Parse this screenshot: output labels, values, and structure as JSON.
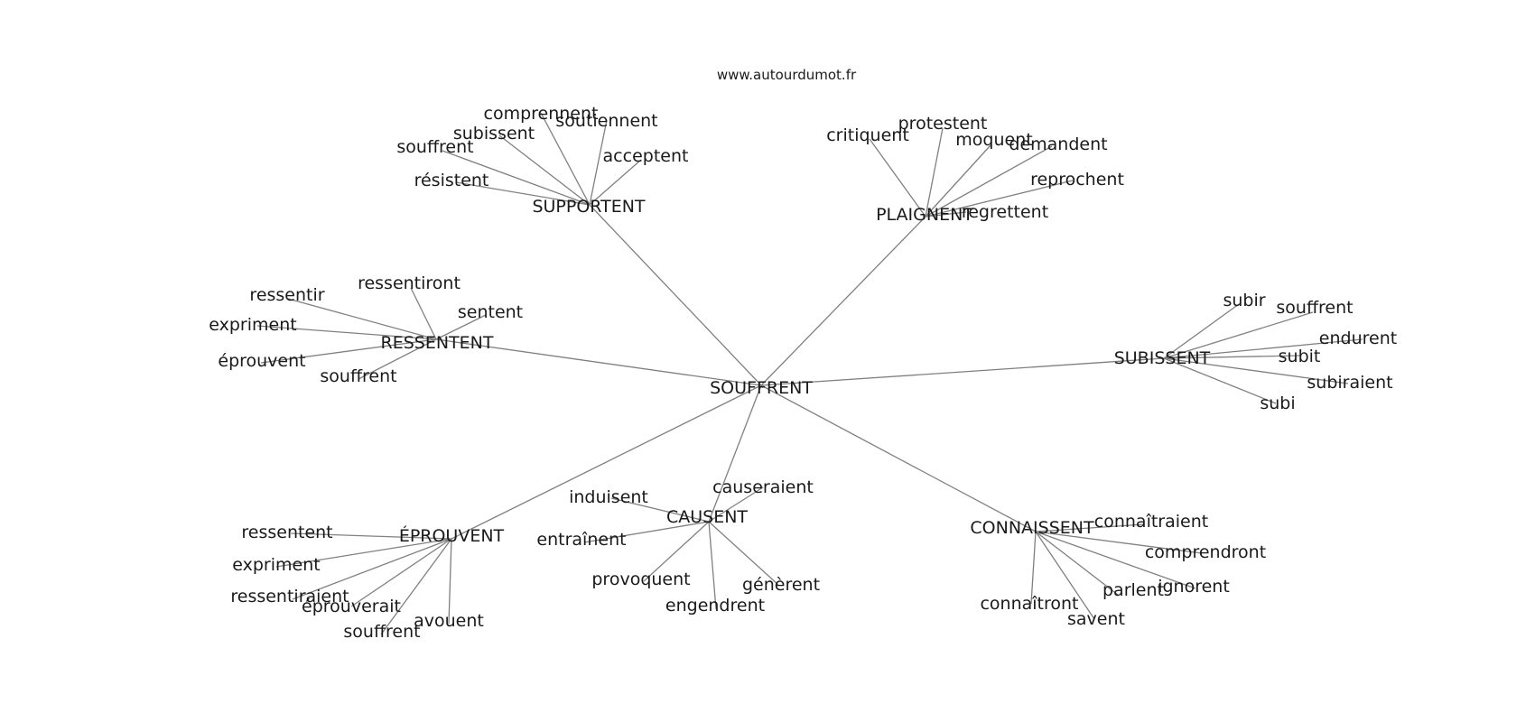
{
  "source": "www.autourdumot.fr",
  "root": "SOUFFRENT",
  "clusters": [
    {
      "label": "SUPPORTENT",
      "children": [
        "comprennent",
        "soutiennent",
        "subissent",
        "souffrent",
        "acceptent",
        "résistent"
      ]
    },
    {
      "label": "PLAIGNENT",
      "children": [
        "protestent",
        "critiquent",
        "moquent",
        "demandent",
        "reprochent",
        "regrettent"
      ]
    },
    {
      "label": "RESSENTENT",
      "children": [
        "ressentiront",
        "ressentir",
        "sentent",
        "expriment",
        "éprouvent",
        "souffrent"
      ]
    },
    {
      "label": "SUBISSENT",
      "children": [
        "subir",
        "souffrent",
        "endurent",
        "subit",
        "subiraient",
        "subi"
      ]
    },
    {
      "label": "CAUSENT",
      "children": [
        "causeraient",
        "induisent",
        "entraînent",
        "provoquent",
        "génèrent",
        "engendrent"
      ]
    },
    {
      "label": "ÉPROUVENT",
      "children": [
        "ressentent",
        "expriment",
        "ressentiraient",
        "éprouverait",
        "avouent",
        "souffrent"
      ]
    },
    {
      "label": "CONNAISSENT",
      "children": [
        "connaîtraient",
        "comprendront",
        "ignorent",
        "parlent",
        "connaîtront",
        "savent"
      ]
    }
  ]
}
